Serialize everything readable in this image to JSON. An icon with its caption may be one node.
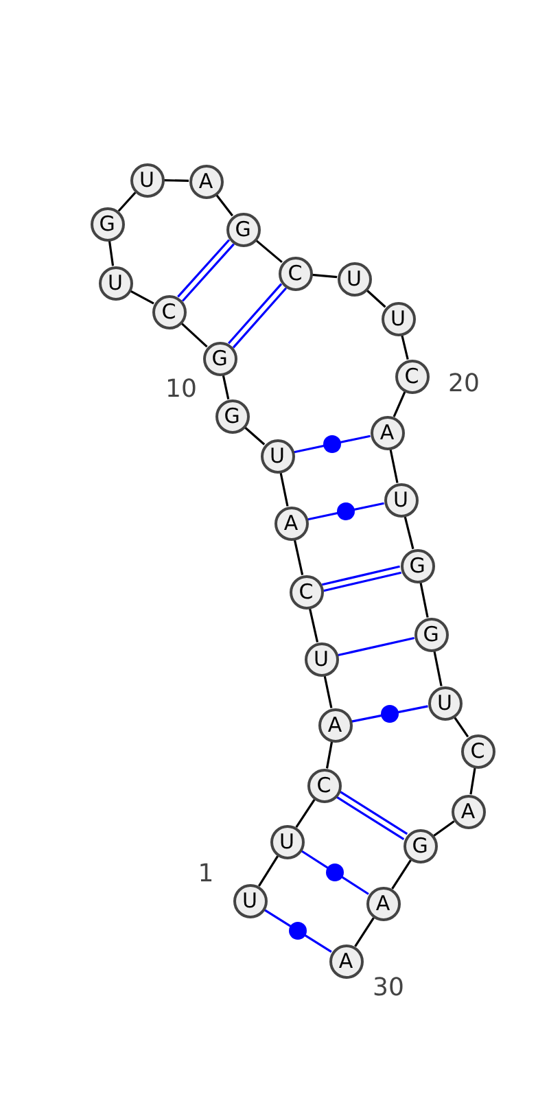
{
  "diagram": {
    "nodes": [
      {
        "text": [
          "U"
        ]
      },
      {
        "text": [
          "U"
        ]
      },
      {
        "text": [
          "C"
        ]
      },
      {
        "text": [
          "A"
        ]
      },
      {
        "text": [
          "U"
        ]
      },
      {
        "text": [
          "C"
        ]
      },
      {
        "text": [
          "A"
        ]
      },
      {
        "text": [
          "U"
        ]
      },
      {
        "text": [
          "G"
        ]
      },
      {
        "text": [
          "G"
        ]
      },
      {
        "text": [
          "C"
        ]
      },
      {
        "text": [
          "U"
        ]
      },
      {
        "text": [
          "G"
        ]
      },
      {
        "text": [
          "U"
        ]
      },
      {
        "text": [
          "A"
        ]
      },
      {
        "text": [
          "G"
        ]
      },
      {
        "text": [
          "C"
        ]
      },
      {
        "text": [
          "U"
        ]
      },
      {
        "text": [
          "U"
        ]
      },
      {
        "text": [
          "C"
        ]
      },
      {
        "text": [
          "A"
        ]
      },
      {
        "text": [
          "U"
        ]
      },
      {
        "text": [
          "G"
        ]
      },
      {
        "text": [
          "G"
        ]
      },
      {
        "text": [
          "U"
        ]
      },
      {
        "text": [
          "C"
        ]
      },
      {
        "text": [
          "A"
        ]
      },
      {
        "text": [
          "G"
        ]
      },
      {
        "text": [
          "A"
        ]
      },
      {
        "text": [
          "A"
        ]
      }
    ],
    "edges": [
      {
        "from": 0,
        "to": 1,
        "arrow": "none"
      },
      {
        "from": 1,
        "to": 2,
        "arrow": "none"
      },
      {
        "from": 2,
        "to": 3,
        "arrow": "none"
      },
      {
        "from": 3,
        "to": 4,
        "arrow": "none"
      },
      {
        "from": 4,
        "to": 5,
        "arrow": "none"
      },
      {
        "from": 5,
        "to": 6,
        "arrow": "none"
      },
      {
        "from": 6,
        "to": 7,
        "arrow": "none"
      },
      {
        "from": 7,
        "to": 8,
        "arrow": "none"
      },
      {
        "from": 8,
        "to": 9,
        "arrow": "none"
      },
      {
        "from": 9,
        "to": 10,
        "arrow": "none"
      },
      {
        "from": 10,
        "to": 11,
        "arrow": "none"
      },
      {
        "from": 11,
        "to": 12,
        "arrow": "none"
      },
      {
        "from": 12,
        "to": 13,
        "arrow": "none"
      },
      {
        "from": 13,
        "to": 14,
        "arrow": "none"
      },
      {
        "from": 14,
        "to": 15,
        "arrow": "none"
      },
      {
        "from": 15,
        "to": 16,
        "arrow": "none"
      },
      {
        "from": 16,
        "to": 17,
        "arrow": "none"
      },
      {
        "from": 17,
        "to": 18,
        "arrow": "none"
      },
      {
        "from": 18,
        "to": 19,
        "arrow": "none"
      },
      {
        "from": 19,
        "to": 20,
        "arrow": "none"
      },
      {
        "from": 20,
        "to": 21,
        "arrow": "none"
      },
      {
        "from": 21,
        "to": 22,
        "arrow": "none"
      },
      {
        "from": 22,
        "to": 23,
        "arrow": "none"
      },
      {
        "from": 23,
        "to": 24,
        "arrow": "none"
      },
      {
        "from": 24,
        "to": 25,
        "arrow": "none"
      },
      {
        "from": 25,
        "to": 26,
        "arrow": "none"
      },
      {
        "from": 26,
        "to": 27,
        "arrow": "none"
      },
      {
        "from": 27,
        "to": 28,
        "arrow": "none"
      },
      {
        "from": 28,
        "to": 29,
        "arrow": "none"
      },
      {
        "from": 0,
        "to": 29,
        "arrow": "none",
        "color": "#0000ff"
      },
      {
        "from": 1,
        "to": 28,
        "arrow": "none",
        "color": "#0000ff"
      },
      {
        "from": 2,
        "to": 27,
        "arrow": "none",
        "color": "#0000ff"
      },
      {
        "from": 3,
        "to": 24,
        "arrow": "none",
        "color": "#0000ff"
      },
      {
        "from": 4,
        "to": 23,
        "arrow": "none",
        "color": "#0000ff"
      },
      {
        "from": 5,
        "to": 22,
        "arrow": "none",
        "color": "#0000ff"
      },
      {
        "from": 6,
        "to": 21,
        "arrow": "none",
        "color": "#0000ff"
      },
      {
        "from": 7,
        "to": 20,
        "arrow": "none",
        "color": "#0000ff"
      },
      {
        "from": 9,
        "to": 16,
        "arrow": "none",
        "color": "#0000ff"
      },
      {
        "from": 10,
        "to": 15,
        "arrow": "none",
        "color": "#0000ff"
      }
    ],
    "labels": [
      "10",
      "20",
      "1",
      "30"
    ]
  }
}
